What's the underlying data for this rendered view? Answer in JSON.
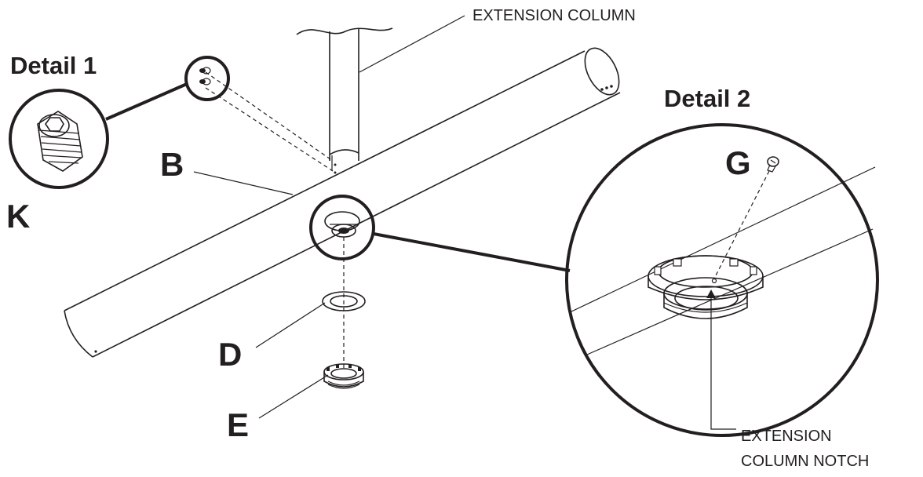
{
  "labels": {
    "extension_column": "EXTENSION COLUMN",
    "detail_1": "Detail 1",
    "detail_2": "Detail 2",
    "part_b": "B",
    "part_d": "D",
    "part_e": "E",
    "part_g": "G",
    "part_k": "K",
    "notch_line1": "EXTENSION",
    "notch_line2": "COLUMN NOTCH"
  },
  "colors": {
    "ink": "#231f20",
    "background": "#ffffff"
  }
}
